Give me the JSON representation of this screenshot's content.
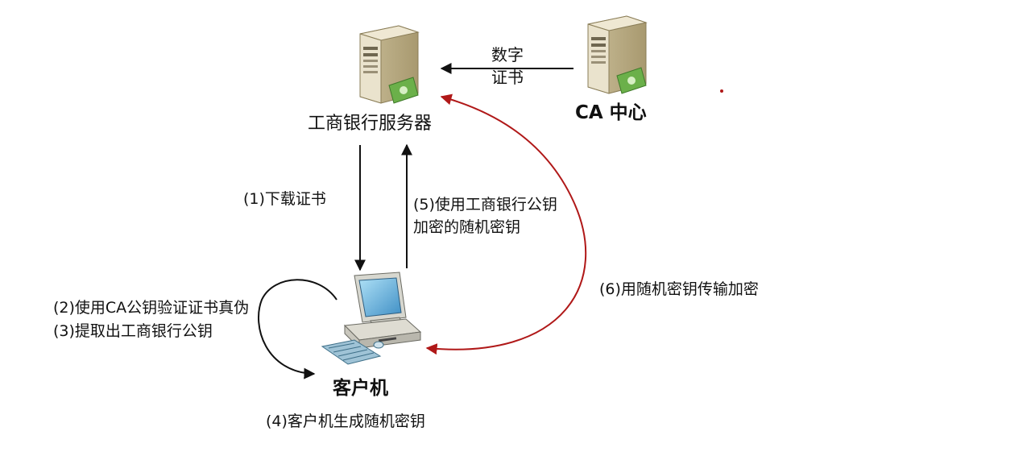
{
  "nodes": {
    "bank_server": {
      "label": "工商银行服务器"
    },
    "ca_center": {
      "label": "CA 中心"
    },
    "client": {
      "label": "客户机"
    }
  },
  "edges": {
    "cert_from_ca": {
      "line1": "数字",
      "line2": "证书"
    },
    "download_cert": {
      "label": "(1)下载证书"
    },
    "send_encrypted_key": {
      "line1": "(5)使用工商银行公钥",
      "line2": "加密的随机密钥"
    },
    "encrypted_transfer": {
      "label": "(6)用随机密钥传输加密"
    },
    "verify_cert": {
      "label": "(2)使用CA公钥验证证书真伪"
    },
    "extract_key": {
      "label": "(3)提取出工商银行公钥"
    },
    "generate_key": {
      "label": "(4)客户机生成随机密钥"
    }
  },
  "colors": {
    "arrow_black": "#111111",
    "arrow_red": "#b01818",
    "server_body": "#d9cfb1",
    "server_front": "#eae3cd",
    "card_green": "#6bb04a",
    "monitor_screen": "#78b8de"
  },
  "icons": [
    "server-icon",
    "certificate-icon",
    "computer-icon",
    "keyboard-icon",
    "mouse-icon"
  ]
}
